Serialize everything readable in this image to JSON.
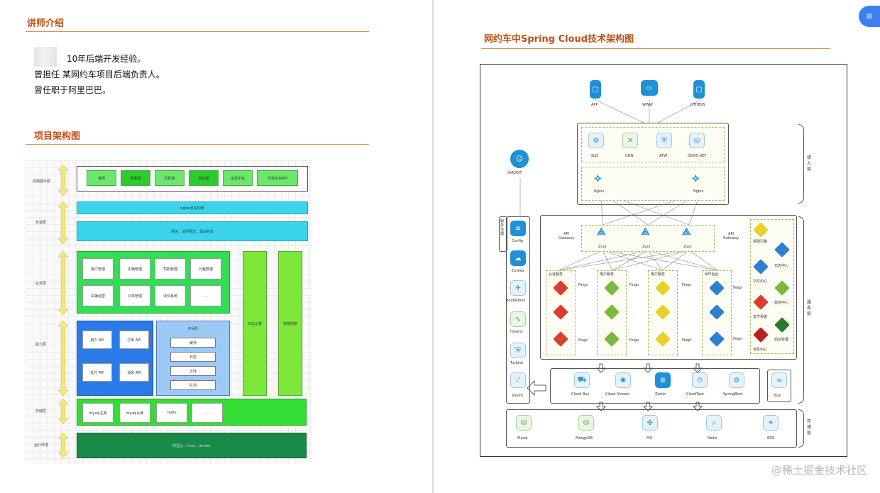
{
  "left": {
    "intro_heading": "讲师介绍",
    "intro_line1": "10年后端开发经验。",
    "intro_line2": "曾担任 某网约车项目后端负责人。",
    "intro_line3": "曾任职于阿里巴巴。",
    "arch_heading": "项目架构图",
    "diagram": {
      "layers": [
        "前端展示层",
        "负载层",
        "业务层",
        "能力层",
        "存储层",
        "运行环境"
      ],
      "frontend": [
        "官网",
        "乘客端",
        "司机端",
        "后台端",
        "运营平台",
        "开放平台API"
      ],
      "lb1": "nginx负载均衡",
      "lb2": "网关：访问限流、黑白名单",
      "biz": [
        "用户管理",
        "车辆管理",
        "司机管理",
        "行程管理",
        "车辆运营",
        "订单管理",
        "评价系统",
        "....."
      ],
      "cap": [
        "用户 API",
        "订单 API",
        "支付 API",
        "消息 API"
      ],
      "middleware_title": "中间件",
      "middleware": [
        "缓存",
        "日志",
        "文件",
        "队列"
      ],
      "side1": "日志记录",
      "side2": "权限控制",
      "storage": [
        "mysql主库",
        "mysql从库",
        "redis",
        "..."
      ],
      "runtime": "阿里云：linux、docker"
    }
  },
  "right": {
    "heading": "网约车中Spring Cloud技术架构图",
    "clients": [
      "APP",
      "WWW",
      "OTHERS"
    ],
    "access": [
      "SLB",
      "CDN",
      "AFW",
      "DDOS DEF"
    ],
    "nginx": [
      "Nginx",
      "Nginx"
    ],
    "svn": "SVN/GIT",
    "tools": [
      "Config",
      "Eureka",
      "BootAdmin",
      "Hystrix",
      "Turbine",
      "Sleuth"
    ],
    "tools_group_label": "服务治理",
    "gateway_label": "API Gateway",
    "zuul": [
      "Zuul",
      "Zuul",
      "Zuul"
    ],
    "services": [
      "认证服务",
      "用户服务",
      "用户服务",
      "APP后台"
    ],
    "feign": "Feign",
    "right_services": [
      "规则引擎",
      "日志中心",
      "文件中心",
      "监控中心",
      "支付系统",
      "后台管理",
      "消息中心"
    ],
    "bus": [
      "Cloud Bus",
      "Cloud Stream",
      "Zipkin",
      "CloudTask",
      "SpringBoot"
    ],
    "elk": "ELK",
    "storage": [
      "Mysql",
      "MongoDB",
      "MQ",
      "Redis",
      "OSS"
    ],
    "brace_labels": [
      "接入层",
      "服务层",
      "存储层"
    ],
    "watermark": "@稀土掘金技术社区"
  },
  "colors": {
    "heading": "#c0501a",
    "accent": "#1f8fd6",
    "fab": "#3b7ff0"
  }
}
